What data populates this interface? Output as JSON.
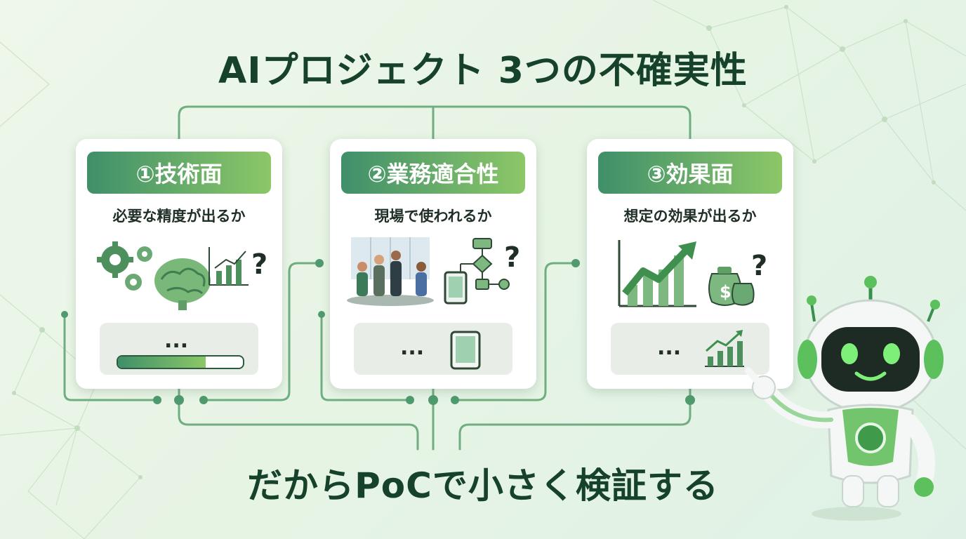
{
  "title": "AIプロジェクト 3つの不確実性",
  "footer": "だからPoCで小さく検証する",
  "cards": [
    {
      "header": "①技術面",
      "subtitle": "必要な精度が出るか",
      "panel_text": "...",
      "progress": 0.7
    },
    {
      "header": "②業務適合性",
      "subtitle": "現場で使われるか",
      "panel_text": "..."
    },
    {
      "header": "③効果面",
      "subtitle": "想定の効果が出るか",
      "panel_text": "..."
    }
  ],
  "colors": {
    "accent_dark": "#3f8f6a",
    "accent_light": "#8cc768",
    "text_dark": "#16412a"
  }
}
